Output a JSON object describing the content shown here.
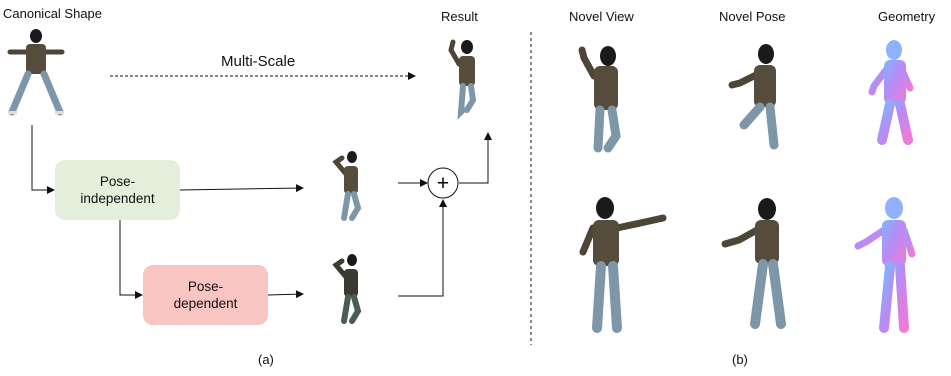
{
  "labels": {
    "canonical_shape": "Canonical Shape",
    "result": "Result",
    "novel_view": "Novel View",
    "novel_pose": "Novel Pose",
    "geometry": "Geometry",
    "multi_scale": "Multi-Scale",
    "panel_a": "(a)",
    "panel_b": "(b)"
  },
  "boxes": {
    "pose_independent": {
      "line1": "Pose-",
      "line2": "independent",
      "color": "#e3eedb"
    },
    "pose_dependent": {
      "line1": "Pose-",
      "line2": "dependent",
      "color": "#f9c5c3"
    }
  },
  "operator_symbol": "+",
  "colors": {
    "jacket": "#5a5040",
    "jeans": "#7e97a8",
    "skin": "#d8b8a0",
    "hair": "#1a1a1a",
    "normal_a": "#b68cf5",
    "normal_b": "#f07ad8"
  }
}
